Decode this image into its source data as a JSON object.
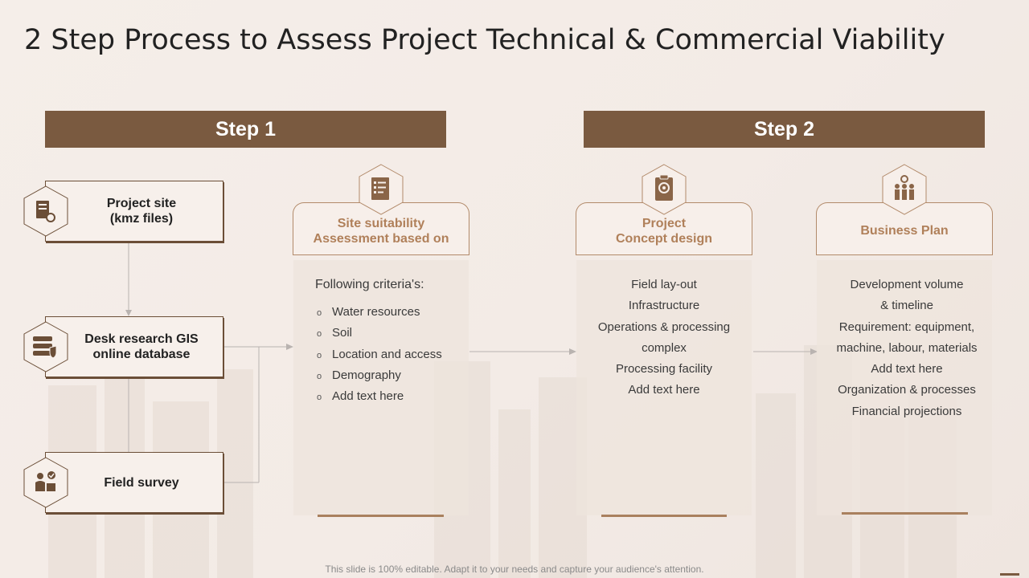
{
  "title": "2 Step Process to Assess Project Technical & Commercial Viability",
  "steps": [
    {
      "label": "Step 1"
    },
    {
      "label": "Step 2"
    }
  ],
  "sources": [
    {
      "line1": "Project site",
      "line2": "(kmz files)",
      "icon": "document-gear-icon"
    },
    {
      "line1": "Desk research GIS",
      "line2": "online database",
      "icon": "database-shield-icon"
    },
    {
      "line1": "Field survey",
      "line2": "",
      "icon": "person-checkmark-icon"
    }
  ],
  "columns": {
    "site": {
      "heading_line1": "Site suitability",
      "heading_line2": "Assessment  based on",
      "icon": "checklist-icon",
      "lead": "Following criteria's:",
      "bullet": "o",
      "items": [
        "Water resources",
        "Soil",
        "Location and access",
        "Demography",
        "Add text here"
      ]
    },
    "concept": {
      "heading_line1": "Project",
      "heading_line2": "Concept design",
      "icon": "clipboard-gear-icon",
      "items": [
        "Field lay-out",
        "Infrastructure",
        "Operations & processing",
        "complex",
        "Processing facility",
        "Add text here"
      ]
    },
    "business": {
      "heading_line1": "Business Plan",
      "icon": "team-gear-icon",
      "items": [
        "Development volume",
        "& timeline",
        "Requirement: equipment,",
        "machine, labour, materials",
        "Add text here",
        "Organization & processes",
        "Financial projections"
      ]
    }
  },
  "footer": "This slide is 100% editable. Adapt it to your needs and capture your audience's attention.",
  "colors": {
    "brown": "#7a5a40",
    "accent": "#b0805a",
    "background": "#f5eee9"
  }
}
